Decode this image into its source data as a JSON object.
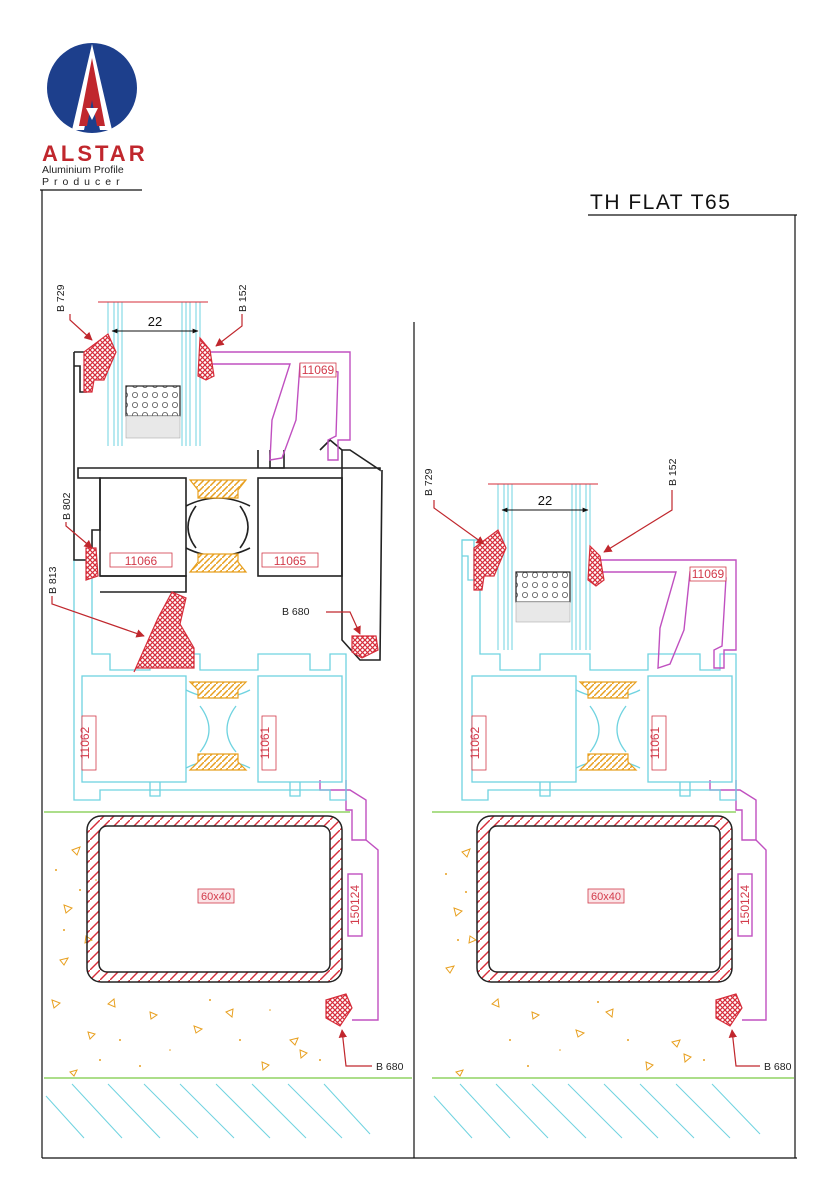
{
  "brand": {
    "name": "ALSTAR",
    "tagline_1": "Aluminium Profile",
    "tagline_2": "Producer"
  },
  "title": "TH FLAT T65",
  "colors": {
    "brand_red": "#c0272d",
    "brand_blue": "#1d3f8c",
    "gasket_red": "#d62d3a",
    "frame_cyan": "#6fd3e0",
    "sash_black": "#222222",
    "bead_magenta": "#c050c0",
    "thermal_orange": "#e8a020",
    "floor_green": "#7ac943"
  },
  "left_section": {
    "glass_dimension": "22",
    "callouts": {
      "b729": "B 729",
      "b152": "B 152",
      "b802": "B 802",
      "b813": "B 813",
      "b680_upper": "B 680",
      "b680_lower": "B 680"
    },
    "profiles": {
      "glazing_bead": "11069",
      "sash_inner": "11066",
      "sash_outer": "11065",
      "frame_inner": "11062",
      "frame_outer": "11061",
      "cover": "150124",
      "tube": "60x40"
    }
  },
  "right_section": {
    "glass_dimension": "22",
    "callouts": {
      "b729": "B 729",
      "b152": "B 152",
      "b680_lower": "B 680"
    },
    "profiles": {
      "glazing_bead": "11069",
      "frame_inner": "11062",
      "frame_outer": "11061",
      "cover": "150124",
      "tube": "60x40"
    }
  }
}
